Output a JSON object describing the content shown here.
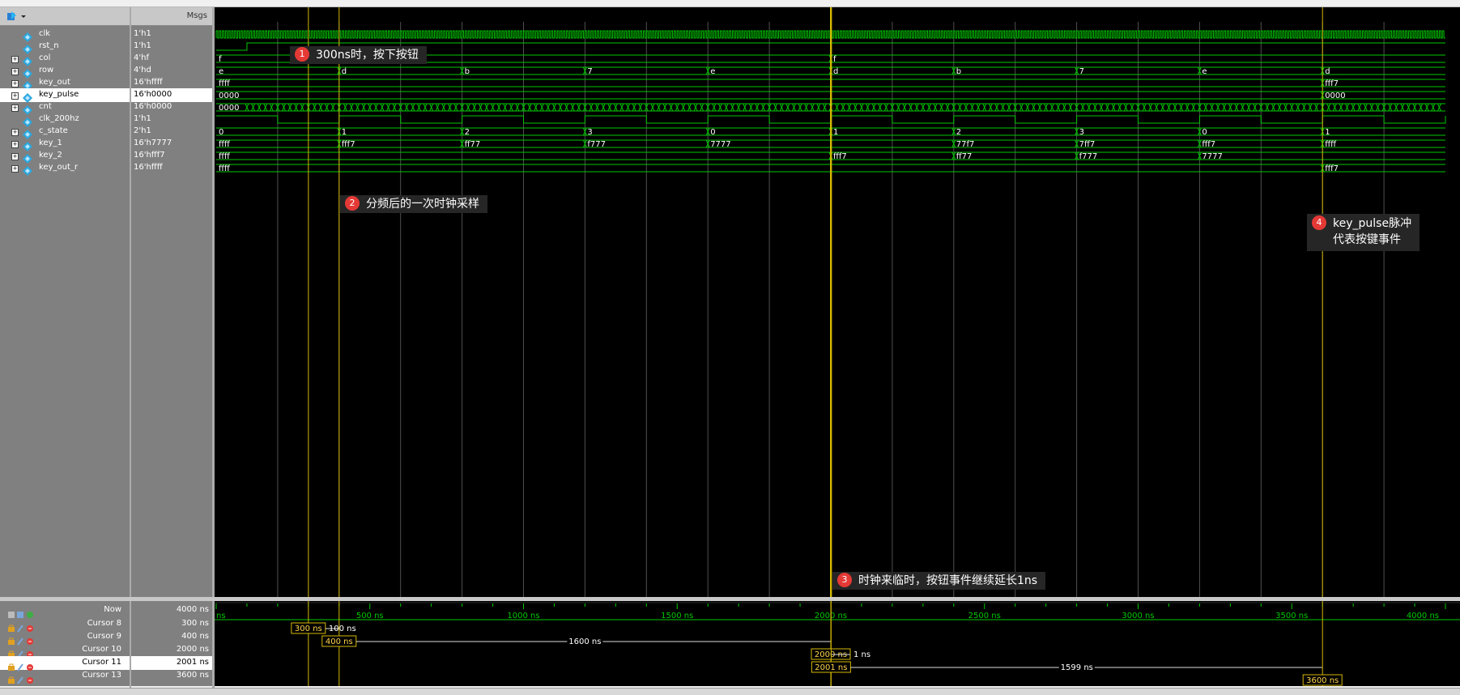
{
  "header": {
    "msgs_label": "Msgs"
  },
  "signals": [
    {
      "name": "clk",
      "value": "1'h1",
      "expandable": false
    },
    {
      "name": "rst_n",
      "value": "1'h1",
      "expandable": false
    },
    {
      "name": "col",
      "value": "4'hf",
      "expandable": true
    },
    {
      "name": "row",
      "value": "4'hd",
      "expandable": true
    },
    {
      "name": "key_out",
      "value": "16'hffff",
      "expandable": true
    },
    {
      "name": "key_pulse",
      "value": "16'h0000",
      "expandable": true,
      "selected": true
    },
    {
      "name": "cnt",
      "value": "16'h0000",
      "expandable": true
    },
    {
      "name": "clk_200hz",
      "value": "1'h1",
      "expandable": false
    },
    {
      "name": "c_state",
      "value": "2'h1",
      "expandable": true
    },
    {
      "name": "key_1",
      "value": "16'h7777",
      "expandable": true
    },
    {
      "name": "key_2",
      "value": "16'hfff7",
      "expandable": true
    },
    {
      "name": "key_out_r",
      "value": "16'hffff",
      "expandable": true
    }
  ],
  "waves": {
    "col": {
      "segments": [
        {
          "t": 0,
          "v": "f"
        },
        {
          "t": 2000,
          "v": "f"
        }
      ]
    },
    "row": {
      "segments": [
        {
          "t": 0,
          "v": "e"
        },
        {
          "t": 400,
          "v": "d"
        },
        {
          "t": 800,
          "v": "b"
        },
        {
          "t": 1200,
          "v": "7"
        },
        {
          "t": 1600,
          "v": "e"
        },
        {
          "t": 2000,
          "v": "d"
        },
        {
          "t": 2400,
          "v": "b"
        },
        {
          "t": 2800,
          "v": "7"
        },
        {
          "t": 3200,
          "v": "e"
        },
        {
          "t": 3600,
          "v": "d"
        }
      ]
    },
    "key_out": {
      "segments": [
        {
          "t": 0,
          "v": "ffff"
        },
        {
          "t": 3600,
          "v": "fff7"
        }
      ]
    },
    "key_pulse": {
      "segments": [
        {
          "t": 0,
          "v": "0000"
        },
        {
          "t": 3600,
          "v": "0000"
        }
      ]
    },
    "cnt": {
      "segments": [
        {
          "t": 0,
          "v": "0000"
        }
      ]
    },
    "c_state": {
      "segments": [
        {
          "t": 0,
          "v": "0"
        },
        {
          "t": 400,
          "v": "1"
        },
        {
          "t": 800,
          "v": "2"
        },
        {
          "t": 1200,
          "v": "3"
        },
        {
          "t": 1600,
          "v": "0"
        },
        {
          "t": 2000,
          "v": "1"
        },
        {
          "t": 2400,
          "v": "2"
        },
        {
          "t": 2800,
          "v": "3"
        },
        {
          "t": 3200,
          "v": "0"
        },
        {
          "t": 3600,
          "v": "1"
        }
      ]
    },
    "key_1": {
      "segments": [
        {
          "t": 0,
          "v": "ffff"
        },
        {
          "t": 400,
          "v": "fff7"
        },
        {
          "t": 800,
          "v": "ff77"
        },
        {
          "t": 1200,
          "v": "f777"
        },
        {
          "t": 1600,
          "v": "7777"
        },
        {
          "t": 2400,
          "v": "77f7"
        },
        {
          "t": 2800,
          "v": "7ff7"
        },
        {
          "t": 3200,
          "v": "fff7"
        },
        {
          "t": 3600,
          "v": "ffff"
        }
      ]
    },
    "key_2": {
      "segments": [
        {
          "t": 0,
          "v": "ffff"
        },
        {
          "t": 2000,
          "v": "fff7"
        },
        {
          "t": 2400,
          "v": "ff77"
        },
        {
          "t": 2800,
          "v": "f777"
        },
        {
          "t": 3200,
          "v": "7777"
        }
      ]
    },
    "key_out_r": {
      "segments": [
        {
          "t": 0,
          "v": "ffff"
        },
        {
          "t": 3600,
          "v": "fff7"
        }
      ]
    }
  },
  "timeline": {
    "start_label": "ns",
    "ticks": [
      "500 ns",
      "1000 ns",
      "1500 ns",
      "2000 ns",
      "2500 ns",
      "3000 ns",
      "3500 ns",
      "4000 ns"
    ],
    "tick_times": [
      500,
      1000,
      1500,
      2000,
      2500,
      3000,
      3500,
      4000
    ],
    "range_ns": [
      0,
      4000
    ]
  },
  "now": {
    "label": "Now",
    "value": "4000 ns"
  },
  "cursors": [
    {
      "name": "Cursor 8",
      "value": "300 ns",
      "t": 300,
      "delta": "100 ns"
    },
    {
      "name": "Cursor 9",
      "value": "400 ns",
      "t": 400,
      "delta": "1600 ns"
    },
    {
      "name": "Cursor 10",
      "value": "2000 ns",
      "t": 2000,
      "delta": "1 ns"
    },
    {
      "name": "Cursor 11",
      "value": "2001 ns",
      "t": 2001,
      "delta": "1599 ns",
      "selected": true
    },
    {
      "name": "Cursor 13",
      "value": "3600 ns",
      "t": 3600,
      "delta": ""
    }
  ],
  "annotations": [
    {
      "num": "1",
      "text": "300ns时，按下按钮"
    },
    {
      "num": "2",
      "text": "分频后的一次时钟采样"
    },
    {
      "num": "3",
      "text": "时钟来临时，按钮事件继续延长1ns"
    },
    {
      "num": "4",
      "text": "key_pulse脉冲",
      "text2": "代表按键事件"
    }
  ],
  "colors": {
    "wave": "#00c800",
    "cursor": "#d4b800",
    "grid": "#505050",
    "background": "#000000",
    "timeline": "#00c800",
    "badge": "#e53935"
  }
}
